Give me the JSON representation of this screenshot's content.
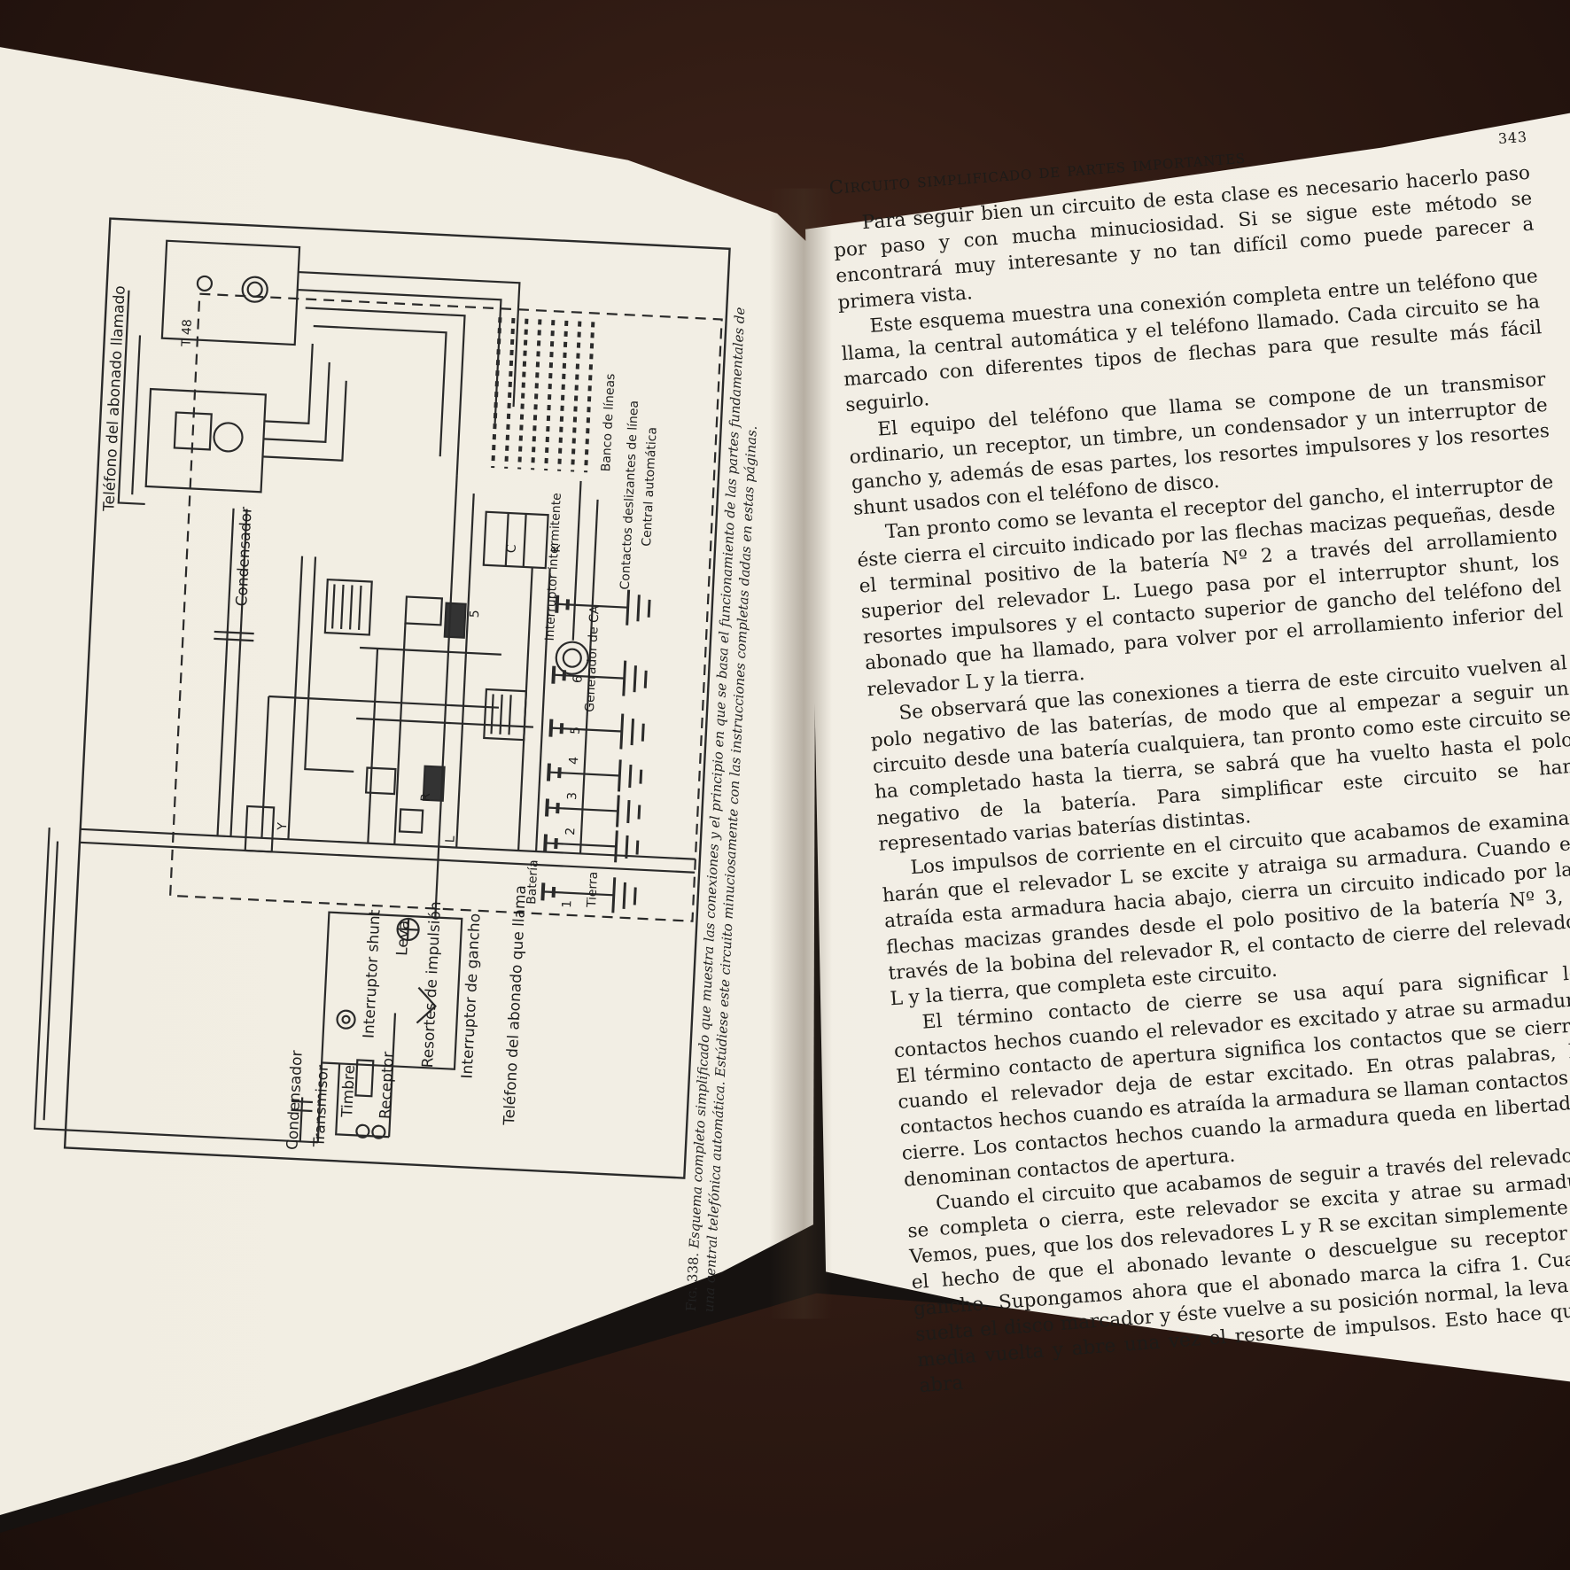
{
  "left_page": {
    "figure": {
      "labels": {
        "t48": "T 48",
        "telefono_llamado": "Teléfono del abonado llamado",
        "condensador_top": "Condensador",
        "banco_lineas": "Banco de líneas",
        "central_automatica": "Central automática",
        "contactos_deslizantes": "Contactos deslizantes de línea",
        "interruptor_intermitente": "Interruptor intermitente",
        "generador_ca": "Generador de CA",
        "bateria": "Batería",
        "tierra": "Tierra",
        "relay_k": "K",
        "relay_c": "C",
        "relay_y": "Y",
        "relay_r": "R",
        "relay_l": "L",
        "num_2": "2",
        "num_3": "3",
        "num_4": "4",
        "num_5": "5",
        "num_6": "6",
        "num_1": "1",
        "num_5b": "5",
        "condensador_bottom": "Condensador",
        "transmisor": "Transmisor",
        "timbre": "Timbre",
        "receptor": "Receptor",
        "interruptor_shunt": "Interruptor shunt",
        "leva": "Leva",
        "resortes_impulsion": "Resortes de impulsión",
        "interruptor_gancho": "Interruptor de gancho",
        "telefono_llama": "Teléfono del abonado que llama"
      },
      "caption": {
        "number": "Fig. 338.",
        "text": "Esquema completo simplificado que muestra las conexiones y el principio en que se basa el funcionamiento de las partes fundamentales de una central telefónica automática. Estúdiese este circuito minuciosamente con las instrucciones completas dadas en estas páginas."
      }
    }
  },
  "right_page": {
    "header_title": "Circuito simplificado de partes importantes",
    "page_number": "343",
    "paragraphs": [
      "Para seguir bien un circuito de esta clase es necesario hacerlo paso por paso y con mucha minuciosidad. Si se sigue este método se encontrará muy interesante y no tan difícil como puede parecer a primera vista.",
      "Este esquema muestra una conexión completa entre un teléfono que llama, la central automática y el teléfono llamado. Cada circuito se ha marcado con diferentes tipos de flechas para que resulte más fácil seguirlo.",
      "El equipo del teléfono que llama se compone de un transmisor ordinario, un receptor, un timbre, un condensador y un interruptor de gancho y, además de esas partes, los resortes impulsores y los resortes shunt usados con el teléfono de disco.",
      "Tan pronto como se levanta el receptor del gancho, el interruptor de éste cierra el circuito indicado por las flechas macizas pequeñas, desde el terminal positivo de la batería Nº 2 a través del arrollamiento superior del relevador L. Luego pasa por el interruptor shunt, los resortes impulsores y el contacto superior de gancho del teléfono del abonado que ha llamado, para volver por el arrollamiento inferior del relevador L y la tierra.",
      "Se observará que las conexiones a tierra de este circuito vuelven al polo negativo de las baterías, de modo que al empezar a seguir un circuito desde una batería cualquiera, tan pronto como este circuito se ha completado hasta la tierra, se sabrá que ha vuelto hasta el polo negativo de la batería. Para simplificar este circuito se han representado varias baterías distintas.",
      "Los impulsos de corriente en el circuito que acabamos de examinar harán que el relevador L se excite y atraiga su armadura. Cuando es atraída esta armadura hacia abajo, cierra un circuito indicado por las flechas macizas grandes desde el polo positivo de la batería Nº 3, a través de la bobina del relevador R, el contacto de cierre del relevador L y la tierra, que completa este circuito.",
      "El término contacto de cierre se usa aquí para significar los contactos hechos cuando el relevador es excitado y atrae su armadura. El término contacto de apertura significa los contactos que se cierran cuando el relevador deja de estar excitado. En otras palabras, los contactos hechos cuando es atraída la armadura se llaman contactos de cierre. Los contactos hechos cuando la armadura queda en libertad se denominan contactos de apertura.",
      "Cuando el circuito que acabamos de seguir a través del relevador R se completa o cierra, este relevador se excita y atrae su armadura. Vemos, pues, que los dos relevadores L y R se excitan simplemente por el hecho de que el abonado levante o descuelgue su receptor del gancho. Supongamos ahora que el abonado marca la cifra 1. Cuando suelta el disco marcador y éste vuelve a su posición normal, la leva gira media vuelta y abre una vez el resorte de impulsos. Esto hace que se abra"
    ]
  }
}
